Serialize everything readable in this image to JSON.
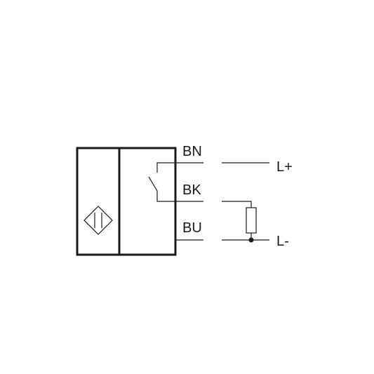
{
  "wires": {
    "brown": "BN",
    "black": "BK",
    "blue": "BU"
  },
  "terminals": {
    "positive": "L+",
    "negative": "L-"
  }
}
